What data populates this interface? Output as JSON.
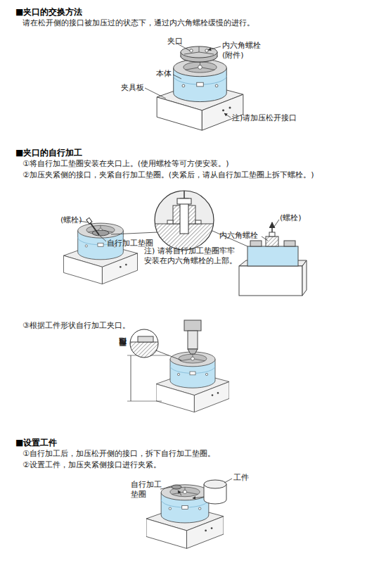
{
  "diagram": {
    "labels": [
      "■夹口的交换方法",
      "请在松开侧的接口被加压过的状态下，通过内六角螺栓缓慢的进行。",
      "夹口",
      "内六角螺栓",
      "(附件)",
      "本体",
      "夹具板",
      "注)请加压松开接口",
      "■夹口的自行加工",
      "①将自行加工垫圈安装在夹口上。(使用螺栓等可方便安装。)",
      "②加压夹紧侧的接口，夹紧自行加工垫圈。(夹紧后，请从自行加工垫圈上拆下螺栓。)",
      "(螺栓)",
      "自行加工垫圈",
      "注) 请将自行加工垫圈牢牢 安装在内六角螺栓的上部。",
      "内六角螺栓",
      "(螺栓)",
      "③根据工件形状自行加工夹口。",
      "可自行加工范围",
      "■设置工件",
      "①自行加工后，加压松开侧的接口，拆下自行加工垫圈。",
      "②设置工件，加压夹紧侧接口进行夹紧。",
      "自行加工 垫圈",
      "工件"
    ]
  }
}
